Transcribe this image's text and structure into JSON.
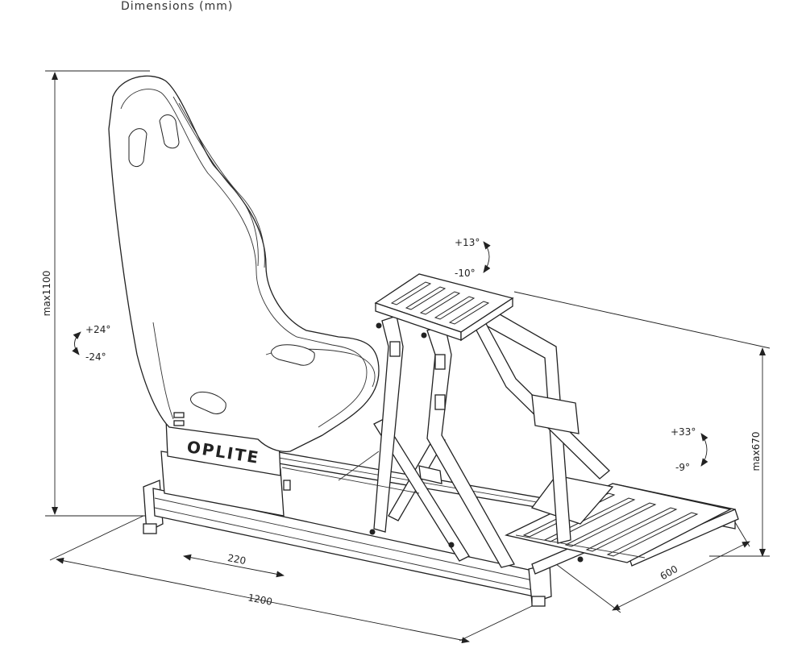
{
  "title": "Dimensions (mm)",
  "brand": "OPLITE",
  "dimensions": {
    "seat_height": "max1100",
    "pedal_height": "max670",
    "length": "1200",
    "slide": "220",
    "width": "600"
  },
  "angles": {
    "seat_up": "+24°",
    "seat_down": "-24°",
    "wheel_up": "+13°",
    "wheel_down": "-10°",
    "pedal_up": "+33°",
    "pedal_down": "-9°"
  }
}
